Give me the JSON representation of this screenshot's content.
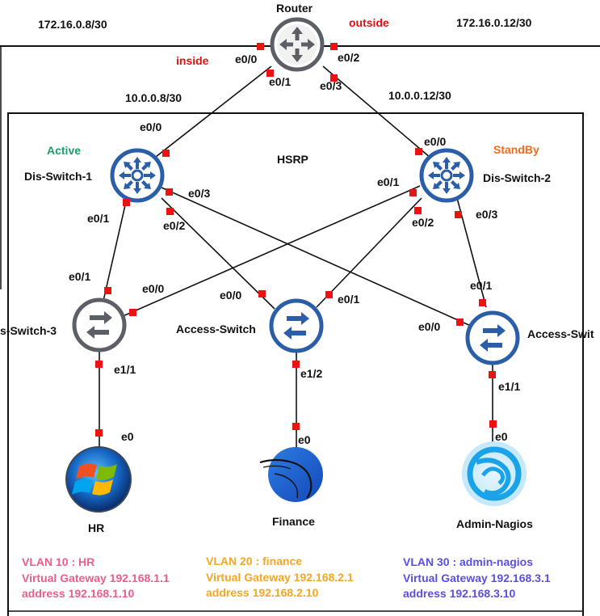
{
  "colors": {
    "device_blue": "#2a5ea8",
    "device_gray": "#5d5f67",
    "port_red": "#ee1111",
    "vlan10": "#ec5e8a",
    "vlan20": "#f5a623",
    "vlan30": "#5a4fe0",
    "active": "#1a9e6a",
    "standby": "#f26b1d",
    "zone_label": "#e01010"
  },
  "labels": {
    "router": "Router",
    "net_left": "172.16.0.8/30",
    "net_right": "172.16.0.12/30",
    "outside": "outside",
    "inside": "inside",
    "net_10_8": "10.0.0.8/30",
    "net_10_12": "10.0.0.12/30",
    "hsrp": "HSRP",
    "active": "Active",
    "standby": "StandBy",
    "dis1": "Dis-Switch-1",
    "dis2": "Dis-Switch-2",
    "acc3": "s-Switch-3",
    "acc_mid": "Access-Switch",
    "acc_right": "Access-Swit",
    "hr": "HR",
    "finance": "Finance",
    "admin": "Admin-Nagios"
  },
  "ports": {
    "r_e00": "e0/0",
    "r_e01": "e0/1",
    "r_e02": "e0/2",
    "r_e03": "e0/3",
    "d1_e00": "e0/0",
    "d1_e01": "e0/1",
    "d1_e02": "e0/2",
    "d1_e03": "e0/3",
    "d2_e00": "e0/0",
    "d2_e01": "e0/1",
    "d2_e02": "e0/2",
    "d2_e03": "e0/3",
    "a3_e01": "e0/1",
    "a3_e00": "e0/0",
    "a3_e11": "e1/1",
    "am_e00": "e0/0",
    "am_e01": "e0/1",
    "am_e12": "e1/2",
    "ar_e00": "e0/0",
    "ar_e01": "e0/1",
    "ar_e11": "e1/1",
    "hr_e0": "e0",
    "fin_e0": "e0",
    "adm_e0": "e0"
  },
  "vlans": {
    "v10": {
      "name": "VLAN 10 : HR",
      "gateway": "Virtual Gateway 192.168.1.1",
      "address": "address 192.168.1.10"
    },
    "v20": {
      "name": "VLAN 20 : finance",
      "gateway": "Virtual Gateway 192.168.2.1",
      "address": "address 192.168.2.10"
    },
    "v30": {
      "name": "VLAN 30 : admin-nagios",
      "gateway": "Virtual Gateway 192.168.3.1",
      "address": "address 192.168.3.10"
    }
  },
  "icons": {
    "router": "router-icon",
    "distribution": "multilayer-switch-icon",
    "access": "switch-icon",
    "hr_host": "windows-logo-icon",
    "finance_host": "kali-linux-logo-icon",
    "admin_host": "deepin-logo-icon"
  }
}
